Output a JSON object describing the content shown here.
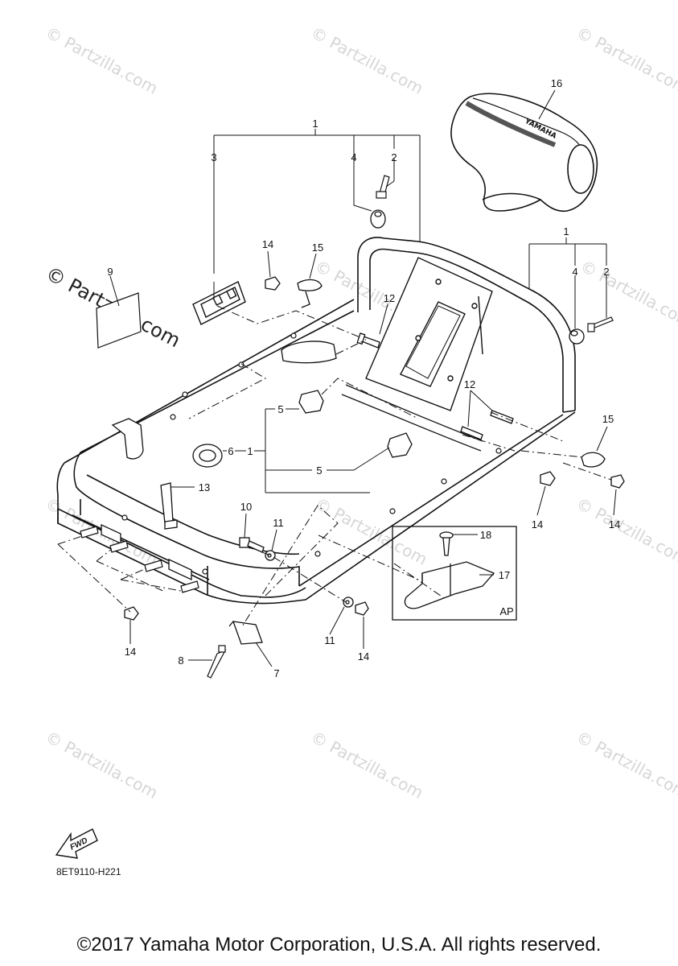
{
  "watermark_text": "© Partzilla.com",
  "diagram_code": "8ET9110-H221",
  "fwd_label": "FWD",
  "ap_label": "AP",
  "brand_on_part": "YAMAHA",
  "copyright": "©2017 Yamaha Motor Corporation, U.S.A. All rights reserved.",
  "callouts": {
    "c1a": "1",
    "c1b": "1",
    "c1c": "1",
    "c2a": "2",
    "c2b": "2",
    "c3": "3",
    "c4a": "4",
    "c4b": "4",
    "c5a": "5",
    "c5b": "5",
    "c6": "6",
    "c7": "7",
    "c8": "8",
    "c9": "9",
    "c10": "10",
    "c11a": "11",
    "c11b": "11",
    "c12a": "12",
    "c12b": "12",
    "c13": "13",
    "c14a": "14",
    "c14b": "14",
    "c14c": "14",
    "c14d": "14",
    "c14e": "14",
    "c15a": "15",
    "c15b": "15",
    "c16": "16",
    "c17": "17",
    "c18": "18"
  }
}
